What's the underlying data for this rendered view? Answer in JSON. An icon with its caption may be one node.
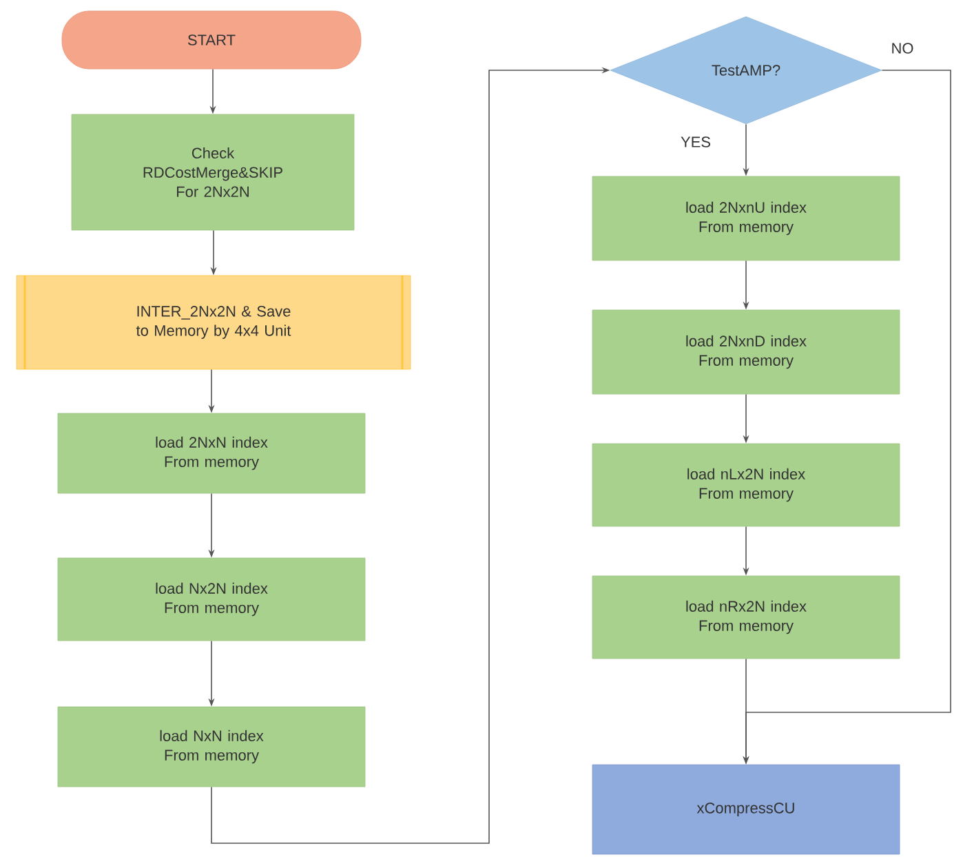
{
  "diagram": {
    "nodes": [
      {
        "text": [
          "START"
        ]
      },
      {
        "text": [
          "Check RDCostMerge&SKIP For 2Nx2N"
        ]
      },
      {
        "text": [
          "INTER_2Nx2N & Save to Memory by 4x4 Unit"
        ]
      },
      {
        "text": [
          "load 2NxN index From memory"
        ]
      },
      {
        "text": [
          "load Nx2N index From memory"
        ]
      },
      {
        "text": [
          "load NxN index From memory"
        ]
      },
      {
        "text": [
          "TestAMP?"
        ]
      },
      {
        "text": [
          "load 2NxnU index From memory"
        ]
      },
      {
        "text": [
          "load 2NxnD index From memory"
        ]
      },
      {
        "text": [
          "load nLx2N index From memory"
        ]
      },
      {
        "text": [
          "load nRx2N index From memory"
        ]
      },
      {
        "text": [
          "xCompressCU"
        ]
      }
    ],
    "edges": [
      {
        "from": 0,
        "to": 1,
        "arrow": "to"
      },
      {
        "from": 1,
        "to": 2,
        "arrow": "to"
      },
      {
        "from": 2,
        "to": 3,
        "arrow": "to"
      },
      {
        "from": 3,
        "to": 4,
        "arrow": "to"
      },
      {
        "from": 4,
        "to": 5,
        "arrow": "to"
      },
      {
        "from": 5,
        "to": 6,
        "arrow": "to"
      },
      {
        "from": 6,
        "to": 7,
        "arrow": "to",
        "label": "YES"
      },
      {
        "from": 7,
        "to": 8,
        "arrow": "to"
      },
      {
        "from": 8,
        "to": 9,
        "arrow": "to"
      },
      {
        "from": 9,
        "to": 10,
        "arrow": "to"
      },
      {
        "from": 10,
        "to": 11,
        "arrow": "to"
      },
      {
        "from": 6,
        "to": 11,
        "arrow": "to",
        "label": "NO"
      }
    ]
  }
}
